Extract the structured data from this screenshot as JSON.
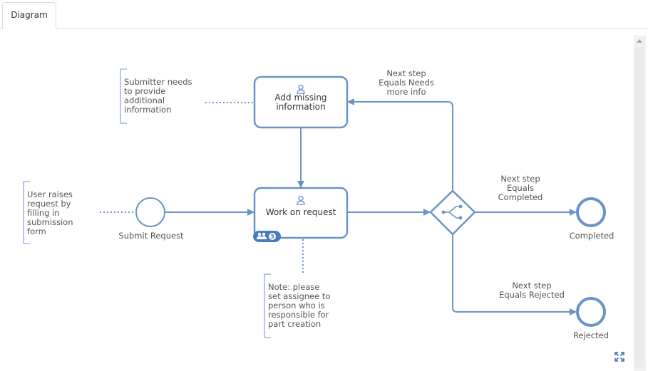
{
  "tabs": [
    {
      "label": "Diagram"
    }
  ],
  "diagram": {
    "tasks": {
      "add_missing": {
        "line1": "Add missing",
        "line2": "information"
      },
      "work_on": {
        "label": "Work on request",
        "badge_count": "3"
      }
    },
    "events": {
      "start": {
        "label": "Submit Request"
      },
      "completed": {
        "label": "Completed"
      },
      "rejected": {
        "label": "Rejected"
      }
    },
    "flow_labels": {
      "needs_more_info": [
        "Next step",
        "Equals Needs",
        "more info"
      ],
      "completed": [
        "Next step",
        "Equals",
        "Completed"
      ],
      "rejected": [
        "Next step",
        "Equals Rejected"
      ]
    },
    "annotations": {
      "submitter": [
        "Submitter needs",
        "to provide",
        "additional",
        "information"
      ],
      "user_raises": [
        "User raises",
        "request by",
        "filling in",
        "submission",
        "form"
      ],
      "note": [
        "Note: please",
        "set assignee to",
        "person who is",
        "responsible for",
        "part creation"
      ]
    }
  },
  "colors": {
    "stroke": "#6b93c8",
    "badge": "#4a7cc0"
  },
  "icons": [
    "user-icon",
    "group-icon",
    "gateway-icon",
    "fullscreen-icon"
  ]
}
